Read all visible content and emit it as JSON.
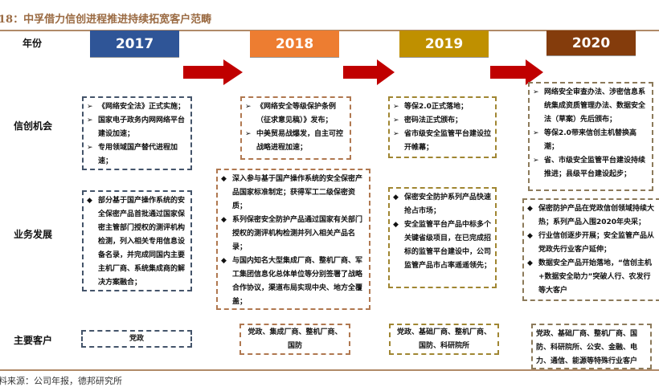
{
  "title": "18：中孚借力信创进程推进持续拓宽客户范畴",
  "row_labels": {
    "year": "年份",
    "opportunity": "信创机会",
    "business": "业务发展",
    "customers": "主要客户"
  },
  "colors": {
    "2017": "#2F5597",
    "2018": "#ED7D31",
    "2019": "#BF9000",
    "2020": "#843C0C",
    "arrow": "#C00000"
  },
  "columns": [
    {
      "year": "2017",
      "opportunity": [
        "《网络安全法》正式实施；",
        "国家电子政务内网网络平台建设加速；",
        "专用领域国产替代进程加速；"
      ],
      "business": [
        "部分基于国产操作系统的安全保密产品首批通过国家保密主管部门授权的测评机构检测，列入相关专用信息设备名录，并完成同国内主要主机厂商、系统集成商的解决方案融合；"
      ],
      "customers": "党政"
    },
    {
      "year": "2018",
      "opportunity": [
        "《网络安全等级保护条例（征求意见稿）》发布；",
        "中美贸易战爆发，自主可控战略进程加速；"
      ],
      "business": [
        "深入参与基于国产操作系统的安全保密产品国家标准制定；获得军工二级保密资质；",
        "系列保密安全防护产品通过国家有关部门授权的测评机构检测并列入相关产品名录；",
        "与国内知名大型集成厂商、整机厂商、军工集团信息化总体单位等分别签署了战略合作协议，渠道布局实现中央、地方全覆盖；"
      ],
      "customers": "党政、集成厂商、整机厂商、国防"
    },
    {
      "year": "2019",
      "opportunity": [
        "等保2.0正式落地；",
        "密码法正式颁布；",
        "省市级安全监管平台建设拉开帷幕；"
      ],
      "business": [
        "保密安全防护系列产品快速抢占市场；",
        "安全监管平台产品中标多个关键省级项目，在已完成招标的监管平台建设中，公司监管产品市占率遥遥领先；"
      ],
      "customers": "党政、基础厂商、整机厂商、国防、科研院所"
    },
    {
      "year": "2020",
      "opportunity": [
        "网络安全审查办法、涉密信息系统集成资质管理办法、数据安全法（草案）先后颁布；",
        "等保2.0带来信创主机替换高潮；",
        "省、市级安全监管平台建设持续推进；县级平台建设起步；"
      ],
      "business": [
        "保密防护产品在党政信创领域持续大热；系列产品入围2020年央采；",
        "行业信创逐步开展；安全监管产品从党政先行业客户延伸；",
        "数据安全产品开始落地，“信创主机+数据安全助力”突破人行、农发行等大客户"
      ],
      "customers": "党政、基础厂商、整机厂商、国防、科研院所、公安、金融、电力、通信、能源等特殊行业客户"
    }
  ],
  "footer": "料来源：公司年报，德邦研究所"
}
